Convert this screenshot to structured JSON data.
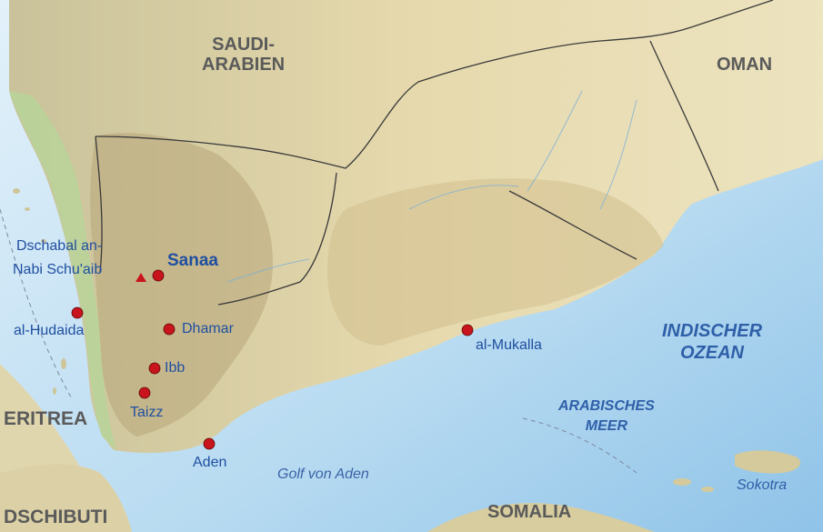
{
  "countries": {
    "saudi_arabia": "SAUDI-\nARABIEN",
    "oman": "OMAN",
    "eritrea": "ERITREA",
    "djibouti": "DSCHIBUTI",
    "somalia": "SOMALIA"
  },
  "waters": {
    "indian_ocean": "INDISCHER\nOZEAN",
    "arabian_sea": "ARABISCHES\nMEER",
    "gulf_of_aden": "Golf von Aden"
  },
  "peak": "Dschabal an-\nNabi Schu'aib",
  "capital": "Sanaa",
  "cities": {
    "hudaida": "al-Hudaida",
    "dhamar": "Dhamar",
    "ibb": "Ibb",
    "taizz": "Taizz",
    "aden": "Aden",
    "mukalla": "al-Mukalla"
  },
  "islands": {
    "socotra": "Sokotra"
  },
  "colors": {
    "sea": "#cfe6f5",
    "land_desert": "#e9ddb4",
    "land_green": "#bcd39a",
    "border": "#3a3a3a",
    "city_marker": "#c8141c",
    "label_blue": "#1f4fa0"
  }
}
